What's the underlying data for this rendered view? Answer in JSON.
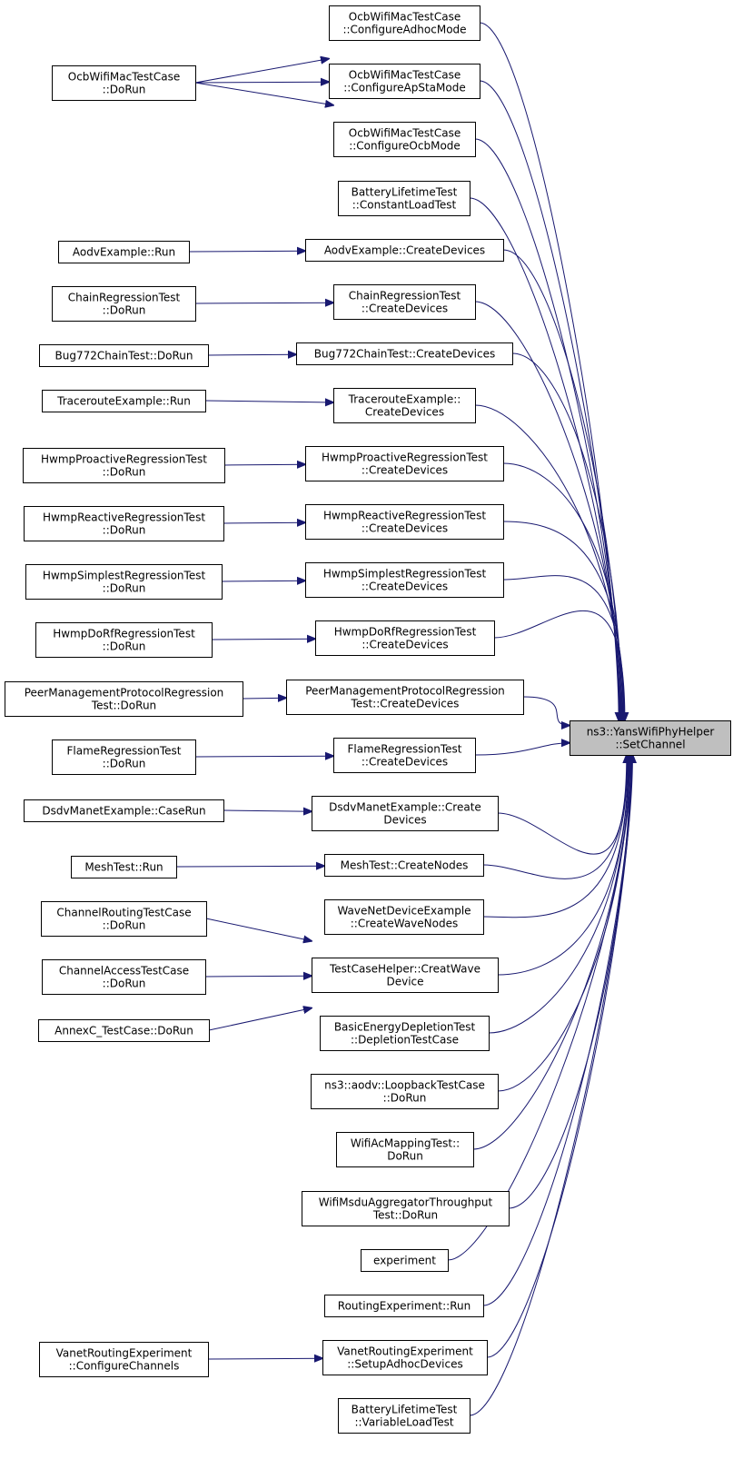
{
  "diagram": {
    "type": "doxygen-caller-graph",
    "colors": {
      "edge": "#191970",
      "node_border": "#000000",
      "target_fill": "#bfbfbf",
      "node_fill": "#ffffff"
    },
    "target": {
      "id": "target",
      "lines": [
        "ns3::YansWifiPhyHelper",
        "::SetChannel"
      ]
    },
    "nodes": [
      {
        "id": "n1",
        "lines": [
          "OcbWifiMacTestCase",
          "::ConfigureAdhocMode"
        ]
      },
      {
        "id": "n2",
        "lines": [
          "OcbWifiMacTestCase",
          "::ConfigureApStaMode"
        ]
      },
      {
        "id": "n3",
        "lines": [
          "OcbWifiMacTestCase",
          "::ConfigureOcbMode"
        ]
      },
      {
        "id": "n4",
        "lines": [
          "BatteryLifetimeTest",
          "::ConstantLoadTest"
        ]
      },
      {
        "id": "n5",
        "lines": [
          "AodvExample::CreateDevices"
        ]
      },
      {
        "id": "n6",
        "lines": [
          "ChainRegressionTest",
          "::CreateDevices"
        ]
      },
      {
        "id": "n7",
        "lines": [
          "Bug772ChainTest::CreateDevices"
        ]
      },
      {
        "id": "n8",
        "lines": [
          "TracerouteExample::",
          "CreateDevices"
        ]
      },
      {
        "id": "n9",
        "lines": [
          "HwmpProactiveRegressionTest",
          "::CreateDevices"
        ]
      },
      {
        "id": "n10",
        "lines": [
          "HwmpReactiveRegressionTest",
          "::CreateDevices"
        ]
      },
      {
        "id": "n11",
        "lines": [
          "HwmpSimplestRegressionTest",
          "::CreateDevices"
        ]
      },
      {
        "id": "n12",
        "lines": [
          "HwmpDoRfRegressionTest",
          "::CreateDevices"
        ]
      },
      {
        "id": "n13",
        "lines": [
          "PeerManagementProtocolRegression",
          "Test::CreateDevices"
        ]
      },
      {
        "id": "n14",
        "lines": [
          "FlameRegressionTest",
          "::CreateDevices"
        ]
      },
      {
        "id": "n15",
        "lines": [
          "DsdvManetExample::Create",
          "Devices"
        ]
      },
      {
        "id": "n16",
        "lines": [
          "MeshTest::CreateNodes"
        ]
      },
      {
        "id": "n17",
        "lines": [
          "WaveNetDeviceExample",
          "::CreateWaveNodes"
        ]
      },
      {
        "id": "n18",
        "lines": [
          "TestCaseHelper::CreatWave",
          "Device"
        ]
      },
      {
        "id": "n19",
        "lines": [
          "BasicEnergyDepletionTest",
          "::DepletionTestCase"
        ]
      },
      {
        "id": "n20",
        "lines": [
          "ns3::aodv::LoopbackTestCase",
          "::DoRun"
        ]
      },
      {
        "id": "n21",
        "lines": [
          "WifiAcMappingTest::",
          "DoRun"
        ]
      },
      {
        "id": "n22",
        "lines": [
          "WifiMsduAggregatorThroughput",
          "Test::DoRun"
        ]
      },
      {
        "id": "n23",
        "lines": [
          "experiment"
        ]
      },
      {
        "id": "n24",
        "lines": [
          "RoutingExperiment::Run"
        ]
      },
      {
        "id": "n25",
        "lines": [
          "VanetRoutingExperiment",
          "::SetupAdhocDevices"
        ]
      },
      {
        "id": "n26",
        "lines": [
          "BatteryLifetimeTest",
          "::VariableLoadTest"
        ]
      },
      {
        "id": "c1",
        "lines": [
          "OcbWifiMacTestCase",
          "::DoRun"
        ]
      },
      {
        "id": "c2",
        "lines": [
          "AodvExample::Run"
        ]
      },
      {
        "id": "c3",
        "lines": [
          "ChainRegressionTest",
          "::DoRun"
        ]
      },
      {
        "id": "c4",
        "lines": [
          "Bug772ChainTest::DoRun"
        ]
      },
      {
        "id": "c5",
        "lines": [
          "TracerouteExample::Run"
        ]
      },
      {
        "id": "c6",
        "lines": [
          "HwmpProactiveRegressionTest",
          "::DoRun"
        ]
      },
      {
        "id": "c7",
        "lines": [
          "HwmpReactiveRegressionTest",
          "::DoRun"
        ]
      },
      {
        "id": "c8",
        "lines": [
          "HwmpSimplestRegressionTest",
          "::DoRun"
        ]
      },
      {
        "id": "c9",
        "lines": [
          "HwmpDoRfRegressionTest",
          "::DoRun"
        ]
      },
      {
        "id": "c10",
        "lines": [
          "PeerManagementProtocolRegression",
          "Test::DoRun"
        ]
      },
      {
        "id": "c11",
        "lines": [
          "FlameRegressionTest",
          "::DoRun"
        ]
      },
      {
        "id": "c12",
        "lines": [
          "DsdvManetExample::CaseRun"
        ]
      },
      {
        "id": "c13",
        "lines": [
          "MeshTest::Run"
        ]
      },
      {
        "id": "c14",
        "lines": [
          "ChannelRoutingTestCase",
          "::DoRun"
        ]
      },
      {
        "id": "c15",
        "lines": [
          "ChannelAccessTestCase",
          "::DoRun"
        ]
      },
      {
        "id": "c16",
        "lines": [
          "AnnexC_TestCase::DoRun"
        ]
      },
      {
        "id": "c17",
        "lines": [
          "VanetRoutingExperiment",
          "::ConfigureChannels"
        ]
      }
    ],
    "edges": [
      [
        "c1",
        "n1"
      ],
      [
        "c1",
        "n2"
      ],
      [
        "c1",
        "n3"
      ],
      [
        "c2",
        "n5"
      ],
      [
        "c3",
        "n6"
      ],
      [
        "c4",
        "n7"
      ],
      [
        "c5",
        "n8"
      ],
      [
        "c6",
        "n9"
      ],
      [
        "c7",
        "n10"
      ],
      [
        "c8",
        "n11"
      ],
      [
        "c9",
        "n12"
      ],
      [
        "c10",
        "n13"
      ],
      [
        "c11",
        "n14"
      ],
      [
        "c12",
        "n15"
      ],
      [
        "c13",
        "n16"
      ],
      [
        "c14",
        "n18"
      ],
      [
        "c15",
        "n18"
      ],
      [
        "c16",
        "n18"
      ],
      [
        "c17",
        "n25"
      ],
      [
        "n1",
        "target"
      ],
      [
        "n2",
        "target"
      ],
      [
        "n3",
        "target"
      ],
      [
        "n4",
        "target"
      ],
      [
        "n5",
        "target"
      ],
      [
        "n6",
        "target"
      ],
      [
        "n7",
        "target"
      ],
      [
        "n8",
        "target"
      ],
      [
        "n9",
        "target"
      ],
      [
        "n10",
        "target"
      ],
      [
        "n11",
        "target"
      ],
      [
        "n12",
        "target"
      ],
      [
        "n13",
        "target"
      ],
      [
        "n14",
        "target"
      ],
      [
        "n15",
        "target"
      ],
      [
        "n16",
        "target"
      ],
      [
        "n17",
        "target"
      ],
      [
        "n18",
        "target"
      ],
      [
        "n19",
        "target"
      ],
      [
        "n20",
        "target"
      ],
      [
        "n21",
        "target"
      ],
      [
        "n22",
        "target"
      ],
      [
        "n23",
        "target"
      ],
      [
        "n24",
        "target"
      ],
      [
        "n25",
        "target"
      ],
      [
        "n26",
        "target"
      ]
    ]
  }
}
